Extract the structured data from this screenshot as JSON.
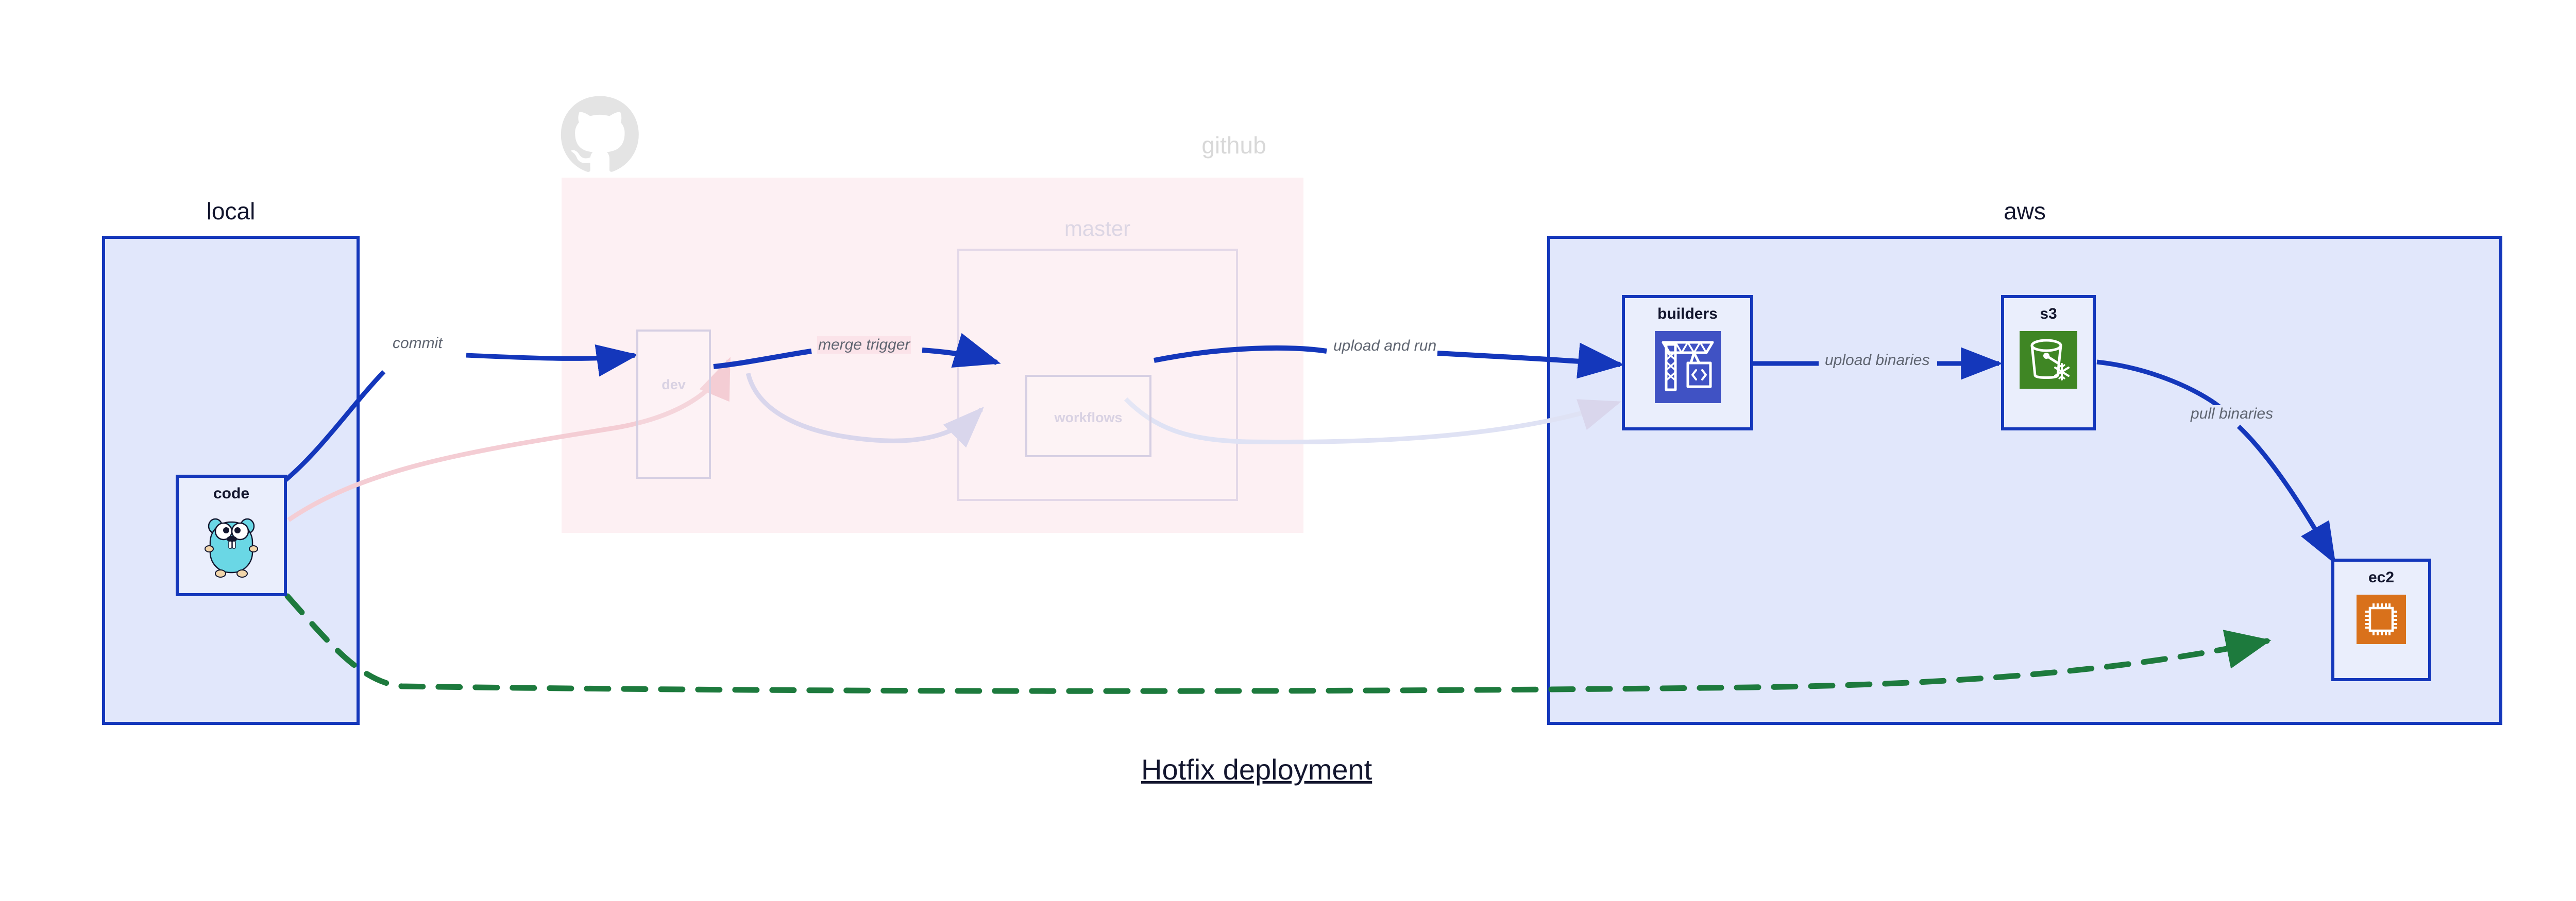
{
  "caption": "Hotfix deployment",
  "colors": {
    "group_border": "#1437bb",
    "group_fill": "#e1e7fb",
    "github_fill": "#fbe3e9",
    "edge_blue": "#1437bb",
    "edge_green": "#1d7a3d",
    "label_gray": "#5f6571",
    "builders_icon_bg": "#4052c4",
    "s3_icon_bg": "#3f8624",
    "ec2_icon_bg": "#d9711b",
    "gopher_body": "#6ad7e5",
    "faded_text": "#dcd6e4"
  },
  "groups": {
    "local": {
      "title": "local"
    },
    "github": {
      "title": "github",
      "logo_icon": "github-octocat-icon"
    },
    "master": {
      "title": "master"
    },
    "aws": {
      "title": "aws"
    }
  },
  "nodes": {
    "code": {
      "label": "code",
      "icon": "go-gopher-icon"
    },
    "dev": {
      "label": "dev",
      "icon": "none"
    },
    "workflows": {
      "label": "workflows",
      "icon": "none"
    },
    "builders": {
      "label": "builders",
      "icon": "aws-codebuild-crane-icon"
    },
    "s3": {
      "label": "s3",
      "icon": "aws-s3-bucket-snowflake-icon"
    },
    "ec2": {
      "label": "ec2",
      "icon": "aws-ec2-chip-icon"
    }
  },
  "edges": {
    "commit": {
      "label": "commit",
      "from": "code",
      "to": "dev",
      "style": "solid-blue"
    },
    "merge_trigger": {
      "label": "merge trigger",
      "from": "dev",
      "to": "workflows",
      "style": "solid-blue"
    },
    "upload_and_run": {
      "label": "upload and run",
      "from": "workflows",
      "to": "builders",
      "style": "solid-blue"
    },
    "upload_binaries": {
      "label": "upload binaries",
      "from": "builders",
      "to": "s3",
      "style": "solid-blue"
    },
    "pull_binaries": {
      "label": "pull binaries",
      "from": "s3",
      "to": "ec2",
      "style": "solid-blue"
    },
    "hotfix_direct": {
      "label": "",
      "from": "code",
      "to": "ec2",
      "style": "dashed-green"
    },
    "faded_code_dev": {
      "label": "",
      "from": "code",
      "to": "dev",
      "style": "faded-pink"
    },
    "faded_dev_wf": {
      "label": "",
      "from": "dev",
      "to": "workflows",
      "style": "faded-violet"
    },
    "faded_wf_build": {
      "label": "",
      "from": "workflows",
      "to": "builders",
      "style": "faded-violet"
    }
  }
}
